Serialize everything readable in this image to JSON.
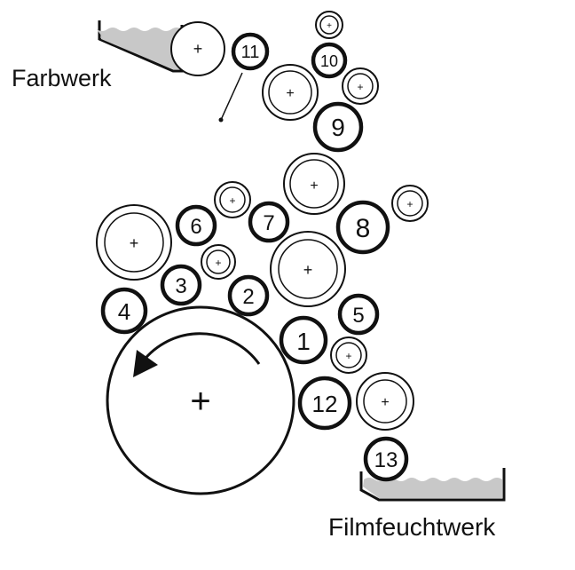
{
  "labels": {
    "farbwerk": "Farbwerk",
    "filmfeuchtwerk": "Filmfeuchtwerk"
  },
  "rollers": [
    {
      "id": "r1",
      "label": "1"
    },
    {
      "id": "r2",
      "label": "2"
    },
    {
      "id": "r3",
      "label": "3"
    },
    {
      "id": "r4",
      "label": "4"
    },
    {
      "id": "r5",
      "label": "5"
    },
    {
      "id": "r6",
      "label": "6"
    },
    {
      "id": "r7",
      "label": "7"
    },
    {
      "id": "r8",
      "label": "8"
    },
    {
      "id": "r9",
      "label": "9"
    },
    {
      "id": "r10",
      "label": "10"
    },
    {
      "id": "r11",
      "label": "11"
    },
    {
      "id": "r12",
      "label": "12"
    },
    {
      "id": "r13",
      "label": "13"
    }
  ],
  "symbols": {
    "plus": "+"
  },
  "colors": {
    "stroke": "#111111",
    "trough_fill": "#c8c8c8",
    "background": "#ffffff"
  }
}
